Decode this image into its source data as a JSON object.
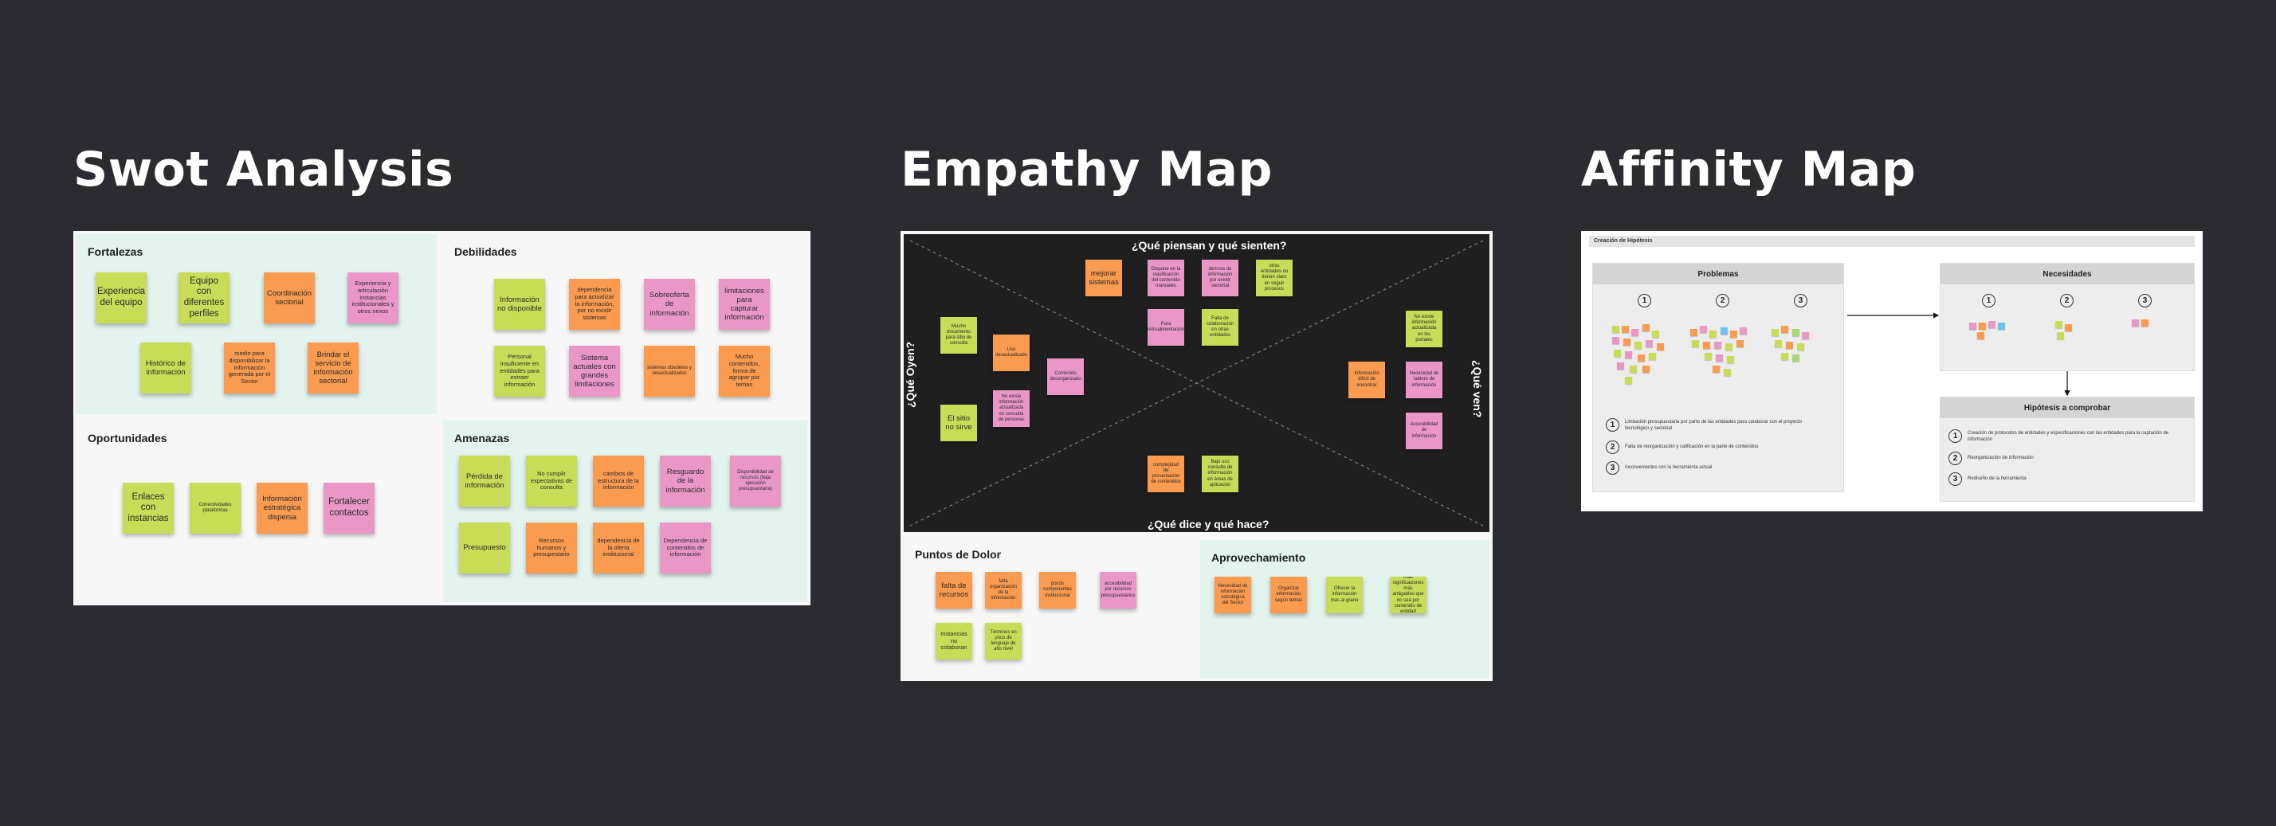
{
  "frames": {
    "swot": "Swot Analysis",
    "empathy": "Empathy Map",
    "affinity": "Affinity Map"
  },
  "swot": {
    "fortalezas": {
      "label": "Fortalezas",
      "notes": [
        "Experiencia del equipo",
        "Equipo con diferentes perfiles",
        "Coordinación sectorial",
        "Experiencia y articulación instancias institucionales y otros nexos",
        "Histórico de información",
        "medio para disponibilizar la información generada por el Sector",
        "Brindar el servicio de información sectorial"
      ]
    },
    "debilidades": {
      "label": "Debilidades",
      "notes": [
        "Información no disponible",
        "dependencia para actualizar la información, por no existir sistemas",
        "Sobreoferta de información",
        "limitaciones para capturar información",
        "Personal insuficiente en entidades para extraer información",
        "Sistema actuales con grandes limitaciones",
        "sistemas obsoletos y desactualizados",
        "Mucho contenidos, forma de agrupar por temas"
      ]
    },
    "oportunidades": {
      "label": "Oportunidades",
      "notes": [
        "Enlaces con instancias",
        "Conectividades plataformas",
        "Información estratégica dispersa",
        "Fortalecer contactos"
      ]
    },
    "amenazas": {
      "label": "Amenazas",
      "notes": [
        "Pérdida de información",
        "No cumplir expectativas de consulta",
        "cambios de estructura de la información",
        "Resguardo de la información",
        "Disponibilidad de recursos (baja ejecución presupuestaria)",
        "Presupuesto",
        "Recursos humanos y presupestario",
        "dependencia de la oferta institucional",
        "Dependencia de contenidos de información"
      ]
    }
  },
  "empathy": {
    "labels": {
      "top": "¿Qué piensan y qué sienten?",
      "left": "¿Qué Oyen?",
      "right": "¿Qué ven?",
      "bottom": "¿Qué dice y qué hace?"
    },
    "piensan": [
      "mejorar sistemas",
      "Dispone en la clasificación del contenido manuales",
      "demora de información por existir sectorial",
      "otras entidades no tienen claro en seguir procesos",
      "Para retroalimentación",
      "Falta de colaboración en otras entidades"
    ],
    "oyen": [
      "Mucho documento para sitio de consulta",
      "Uso desactualizado",
      "Contenido desorganizado",
      "El sitio no sirve",
      "No existe información actualizada en consulta de personas"
    ],
    "ven": [
      "No existe información actualizada en los portales",
      "Información difícil de encontrar",
      "Necesidad de tablero de información",
      "Accesibilidad de información"
    ],
    "dice": [
      "complejidad de presentación de contenidos",
      "Bajo uso consulta de información en áreas de aplicación"
    ],
    "dolor": {
      "label": "Puntos de Dolor",
      "notes": [
        "falta de recursos",
        "falta organización de la información",
        "pocos componentes institucional",
        "accesibilidad por recursos presupuestarios",
        "Instancias no colaboran",
        "Términos en poco de lenguaje de alto nivel"
      ]
    },
    "aprovechamiento": {
      "label": "Aprovechamiento",
      "notes": [
        "Necesidad de información estratégica del Sector",
        "Organizar información según temas",
        "Ofrecer la información más al grano",
        "Usar significaciones más amigables que no sea por contenido de entidad"
      ]
    }
  },
  "affinity": {
    "header": "Creación de Hipótesis",
    "problemas": "Problemas",
    "necesidades": "Necesidades",
    "hipotesis": "Hipótesis a comprobar",
    "nums": [
      "1",
      "2",
      "3"
    ],
    "problem_items": [
      "Limitación presupuestaria por parte de las entidades para colaborar con el proyecto tecnológico y sectorial",
      "Falta de reorganización y calificación en la parte de contenidos",
      "Inconvenientes con la herramienta actual"
    ],
    "hypothesis_items": [
      "Creación de protocolos de entidades y especificaciones con las entidades para la captación de información",
      "Reorganización de información",
      "Rediseño de la herramienta"
    ]
  },
  "colors": {
    "background": "#2b2c31",
    "lime": "#c9dc57",
    "orange": "#fb9b4f",
    "pink": "#ea97c8",
    "mint": "#e3f3ee",
    "empathy_dark": "#1f1f1f"
  }
}
